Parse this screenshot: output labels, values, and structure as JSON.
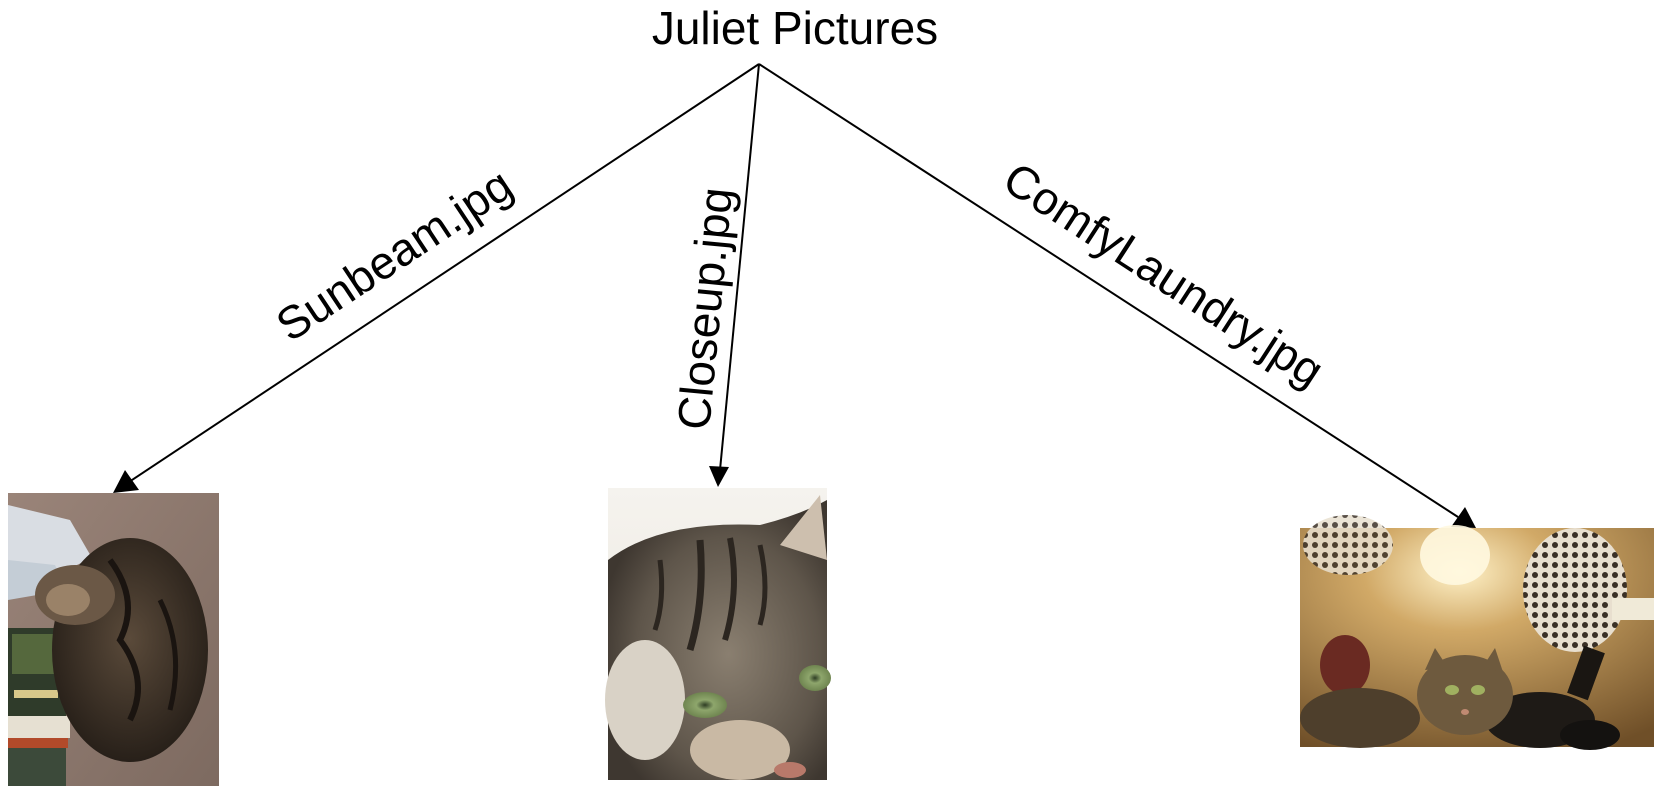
{
  "root": {
    "title": "Juliet Pictures"
  },
  "children": [
    {
      "edge_label": "Sunbeam.jpg",
      "photo_icon": "sleeping-cat-photo-icon",
      "description_colors": {
        "background": "#8f7a70",
        "cat": "#3a3128"
      }
    },
    {
      "edge_label": "Closeup.jpg",
      "photo_icon": "cat-face-closeup-photo-icon",
      "description_colors": {
        "background": "#f2efe8",
        "cat": "#6b6256"
      }
    },
    {
      "edge_label": "ComfyLaundry.jpg",
      "photo_icon": "cat-in-dryer-photo-icon",
      "description_colors": {
        "background": "#a07a40",
        "cat": "#4c3a24"
      }
    }
  ],
  "colors": {
    "line": "#000000",
    "text": "#000000",
    "page_background": "#ffffff"
  }
}
